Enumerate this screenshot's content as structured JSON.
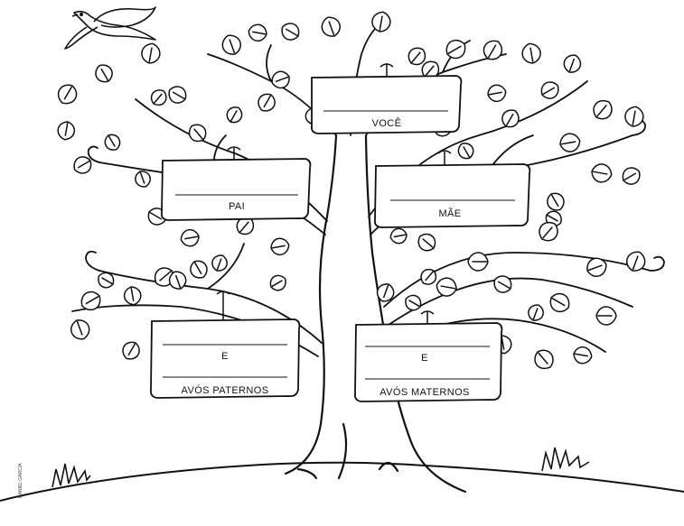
{
  "worksheet": {
    "signs": {
      "you": {
        "label": "VOCÊ"
      },
      "father": {
        "label": "PAI"
      },
      "mother": {
        "label": "MÃE"
      },
      "paternal": {
        "connector": "E",
        "label": "AVÓS PATERNOS"
      },
      "maternal": {
        "connector": "E",
        "label": "AVÓS MATERNOS"
      }
    },
    "credit": "DANIEL GARCIA",
    "colors": {
      "ink": "#111111",
      "paper": "#ffffff"
    },
    "icons": [
      "bird-icon",
      "leaf-icon",
      "grass-tuft-icon"
    ]
  }
}
